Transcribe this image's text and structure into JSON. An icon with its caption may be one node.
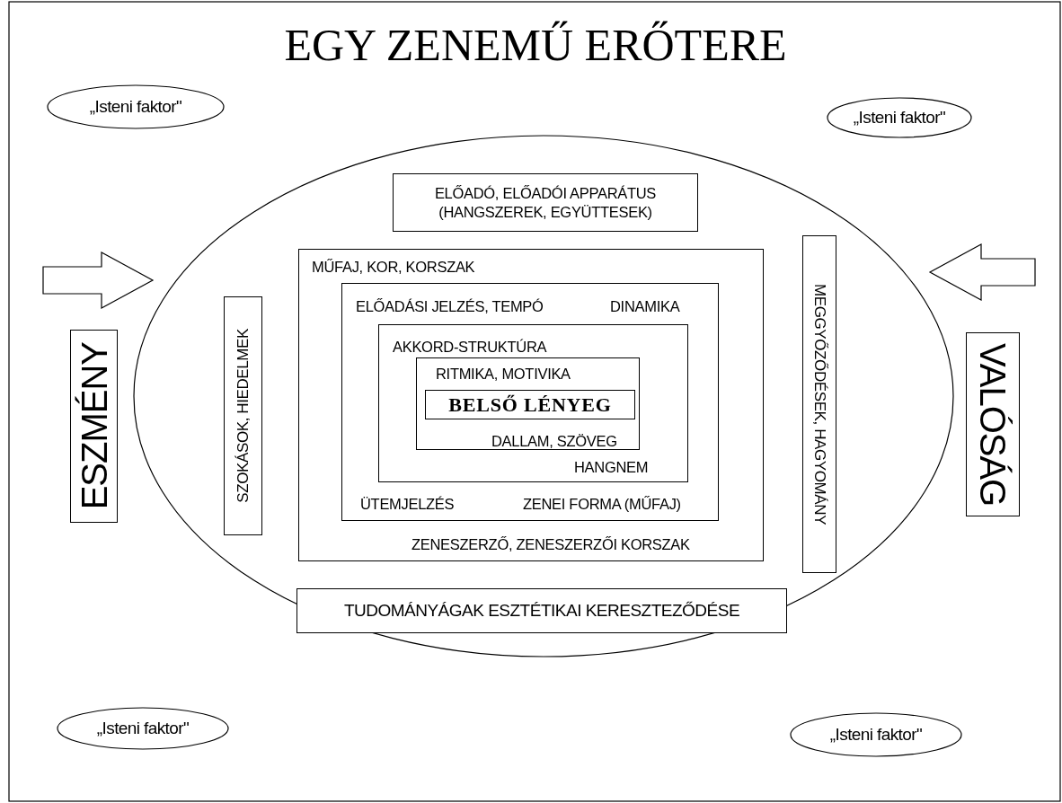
{
  "diagram": {
    "title": "EGY ZENEMŰ ERŐTERE",
    "nodes": [
      {
        "text": [
          "„Isteni faktor\""
        ]
      },
      {
        "text": [
          "„Isteni faktor\""
        ]
      },
      {
        "text": [
          "ESZMÉNY"
        ]
      },
      {
        "text": [],
        "shape": "ellipse"
      },
      {
        "text": [
          "ELŐADÓ, ELŐADÓI APPARÁTUS (HANGSZEREK, EGYÜTTESEK)"
        ],
        "in": 3
      },
      {
        "text": [
          "SZOKÁSOK, HIEDELMEK"
        ],
        "in": 3
      },
      {
        "text": [
          "MŰFAJ, KOR, KORSZAK",
          "ZENESZERZŐ, ZENESZERZŐI KORSZAK"
        ],
        "in": 3
      },
      {
        "text": [
          "ELŐADÁSI JELZÉS, TEMPÓ",
          "DINAMIKA",
          "ÜTEMJELZÉS",
          "ZENEI FORMA (MŰFAJ)"
        ],
        "in": 6
      },
      {
        "text": [
          "AKKORD-STRUKTÚRA",
          "HANGNEM"
        ],
        "in": 7
      },
      {
        "text": [
          "RITMIKA, MOTIVIKA",
          "DALLAM, SZÖVEG"
        ],
        "in": 8
      },
      {
        "text": [
          "BELSŐ LÉNYEG"
        ],
        "in": 9
      },
      {
        "text": [
          "MEGGYŐZŐDÉSEK, HAGYOMÁNY"
        ],
        "in": 3
      },
      {
        "text": [
          "TUDOMÁNYÁGAK ESZTÉTIKAI KERESZTEZŐDÉSE"
        ],
        "in": 3
      },
      {
        "text": [
          "VALÓSÁG"
        ]
      },
      {
        "text": [
          "„Isteni faktor\""
        ]
      },
      {
        "text": [
          "„Isteni faktor\""
        ]
      }
    ],
    "edges": [
      {
        "from": null,
        "to": 3,
        "arrow": "to"
      },
      {
        "from": null,
        "to": 3,
        "arrow": "to"
      }
    ]
  }
}
